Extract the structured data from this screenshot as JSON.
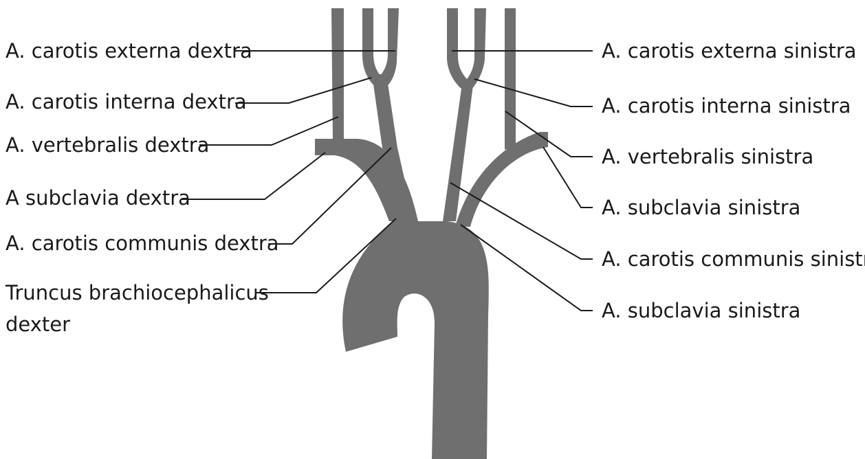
{
  "colors": {
    "vessel": "#6f6f6f",
    "ink": "#1a1a1a",
    "background": "#ffffff"
  },
  "labels": {
    "right_carotis_externa": "A. carotis externa dextra",
    "right_carotis_interna": "A. carotis interna dextra",
    "right_vertebralis": "A. vertebralis dextra",
    "right_subclavia": "A subclavia dextra",
    "right_carotis_communis": "A. carotis communis dextra",
    "truncus_line1": "Truncus brachiocephalicus",
    "truncus_line2": "dexter",
    "left_carotis_externa": "A. carotis externa sinistra",
    "left_carotis_interna": "A. carotis interna sinistra",
    "left_vertebralis": "A. vertebralis sinistra",
    "left_subclavia_branch": "A. subclavia sinistra",
    "left_carotis_communis": "A. carotis communis sinistra",
    "left_subclavia_origin": "A. subclavia sinistra"
  }
}
